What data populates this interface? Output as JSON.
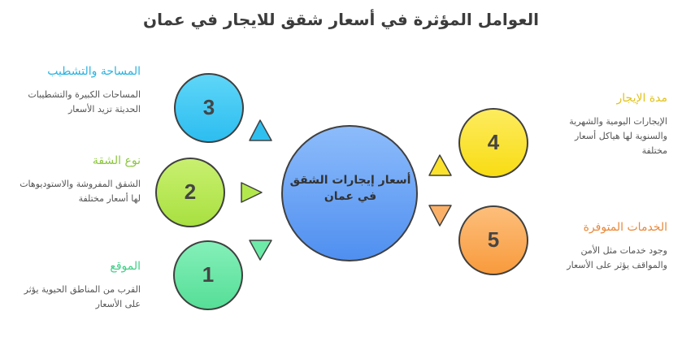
{
  "title": "العوامل المؤثرة في أسعار شقق للايجار في عمان",
  "center": {
    "label": "أسعار إيجارات الشقق في عمان",
    "color": "#6aa5f5"
  },
  "factors": [
    {
      "number": "1",
      "heading": "الموقع",
      "description": "القرب من المناطق الحيوية يؤثر على الأسعار",
      "color": "#6ee9a8",
      "heading_color": "#3ecf85"
    },
    {
      "number": "2",
      "heading": "نوع الشقة",
      "description": "الشقق المفروشة والاستوديوهات لها أسعار مختلفة",
      "color": "#b8ea5a",
      "heading_color": "#8cc63e"
    },
    {
      "number": "3",
      "heading": "المساحة والتشطيب",
      "description": "المساحات الكبيرة والتشطيبات الحديثة تزيد الأسعار",
      "color": "#3fcbf5",
      "heading_color": "#2ab3e0"
    },
    {
      "number": "4",
      "heading": "مدة الإيجار",
      "description": "الإيجارات اليومية والشهرية والسنوية لها هياكل أسعار مختلفة",
      "color": "#fbe43a",
      "heading_color": "#e2c21b"
    },
    {
      "number": "5",
      "heading": "الخدمات المتوفرة",
      "description": "وجود خدمات مثل الأمن والمواقف يؤثر على الأسعار",
      "color": "#fbaa5c",
      "heading_color": "#e8893a"
    }
  ]
}
